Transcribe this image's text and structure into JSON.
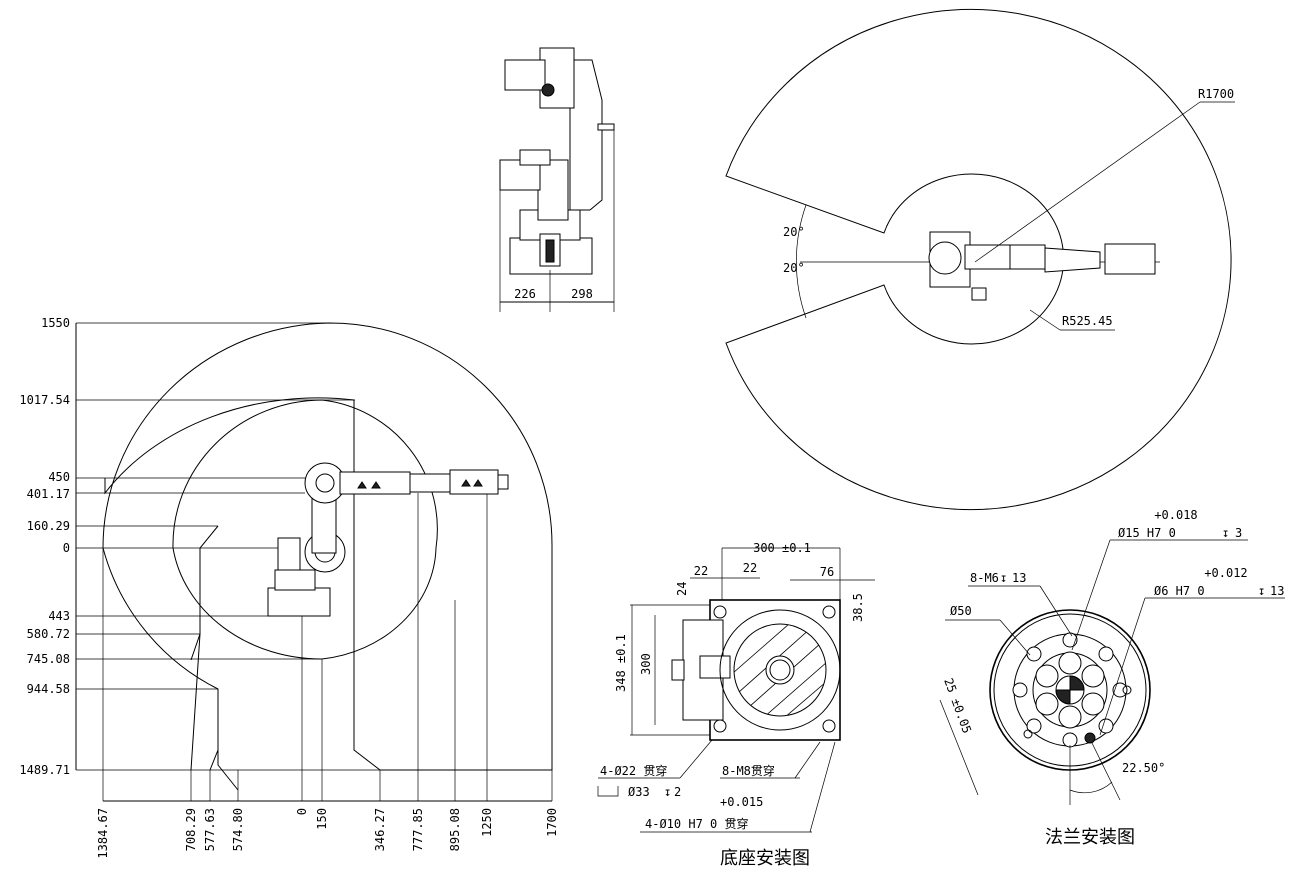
{
  "left_view": {
    "vertical_labels": [
      "1550",
      "1017.54",
      "450",
      "401.17",
      "160.29",
      "0",
      "443",
      "580.72",
      "745.08",
      "944.58",
      "1489.71"
    ],
    "horizontal_labels": [
      "1384.67",
      "708.29",
      "577.63",
      "574.80",
      "0",
      "150",
      "346.27",
      "777.85",
      "895.08",
      "1250",
      "1700"
    ]
  },
  "side_view": {
    "dims": [
      "226",
      "298"
    ]
  },
  "top_view": {
    "r_outer": "R1700",
    "r_inner": "R525.45",
    "angle_top": "20°",
    "angle_bottom": "20°"
  },
  "base_view": {
    "title": "底座安装图",
    "w300": "300 ±0.1",
    "d22a": "22",
    "d22b": "22",
    "d24": "24",
    "d76": "76",
    "d385": "38.5",
    "h348": "348 ±0.1",
    "h300": "300",
    "hole22": "4-Ø22 贯穿",
    "cbore": "Ø33",
    "cbore_depth": "2",
    "m8": "8-M8贯穿",
    "pin_tol": "+0.015",
    "pin": "4-Ø10 H7  0    贯穿"
  },
  "flange_view": {
    "title": "法兰安装图",
    "tol1": "+0.018",
    "hole15": "Ø15 H7  0",
    "depth15": "3",
    "m6": "8-M6",
    "depth_m6": "13",
    "tol2": "+0.012",
    "hole6": "Ø6 H7  0",
    "depth6": "13",
    "d50": "Ø50",
    "pcd": "25 ±0.05",
    "angle": "22.50°"
  }
}
